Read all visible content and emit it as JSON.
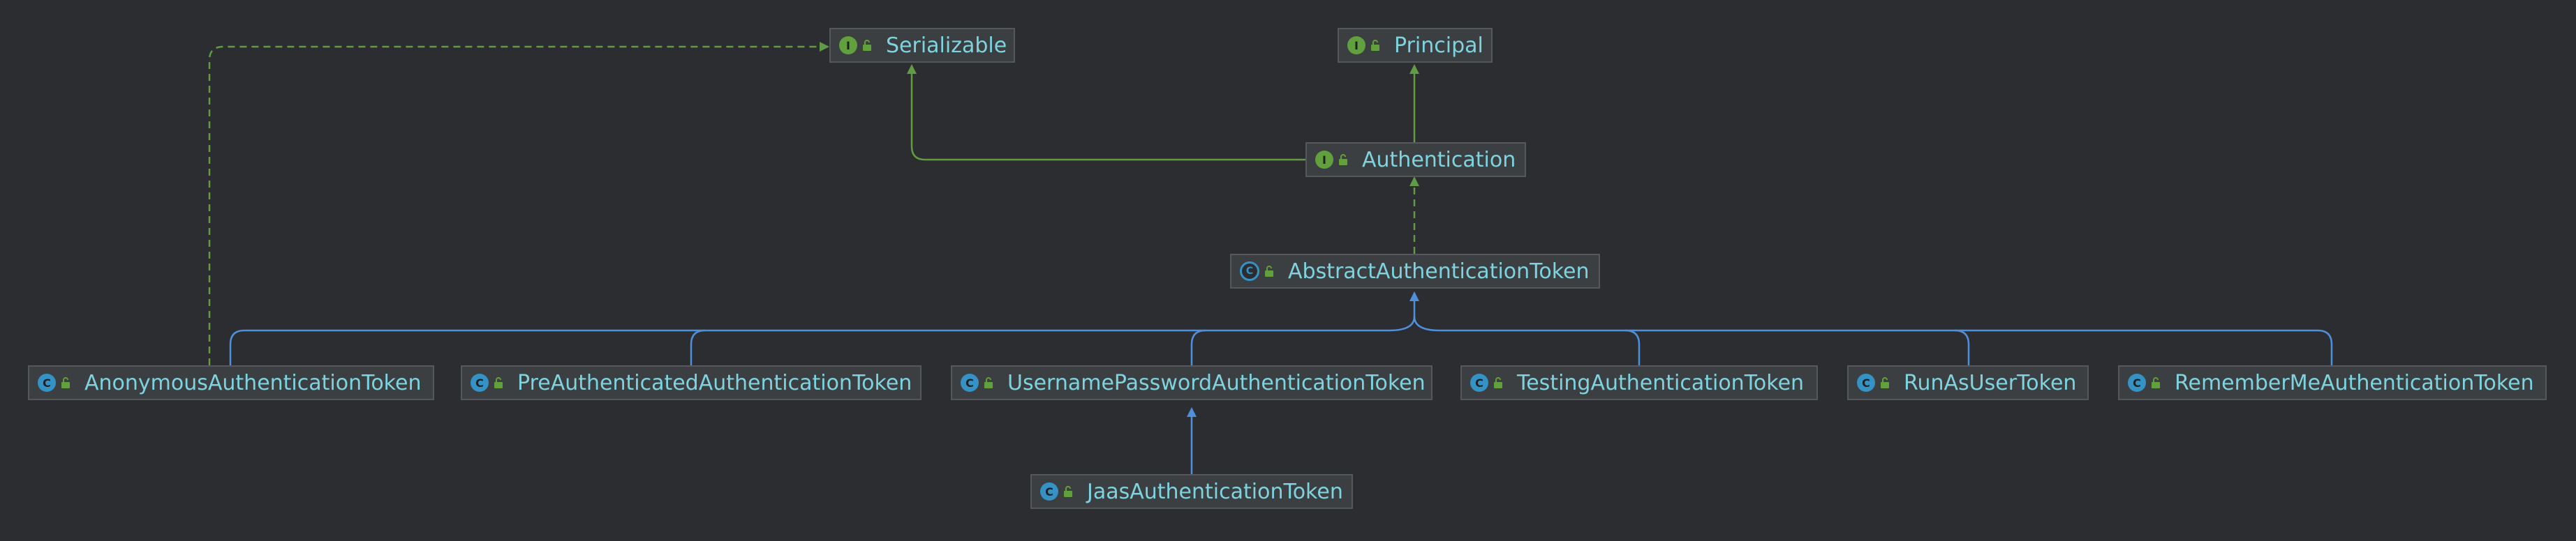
{
  "diagram": {
    "nodes": [
      {
        "id": "serializable",
        "name": "Serializable",
        "kind": "interface",
        "kind_glyph": "I"
      },
      {
        "id": "principal",
        "name": "Principal",
        "kind": "interface",
        "kind_glyph": "I"
      },
      {
        "id": "authentication",
        "name": "Authentication",
        "kind": "interface",
        "kind_glyph": "I"
      },
      {
        "id": "abstract-authentication-token",
        "name": "AbstractAuthenticationToken",
        "kind": "abstract-class",
        "kind_glyph": "C"
      },
      {
        "id": "anonymous-authentication-token",
        "name": "AnonymousAuthenticationToken",
        "kind": "class",
        "kind_glyph": "C"
      },
      {
        "id": "pre-authenticated-authentication-token",
        "name": "PreAuthenticatedAuthenticationToken",
        "kind": "class",
        "kind_glyph": "C"
      },
      {
        "id": "username-password-authentication-token",
        "name": "UsernamePasswordAuthenticationToken",
        "kind": "class",
        "kind_glyph": "C"
      },
      {
        "id": "testing-authentication-token",
        "name": "TestingAuthenticationToken",
        "kind": "class",
        "kind_glyph": "C"
      },
      {
        "id": "run-as-user-token",
        "name": "RunAsUserToken",
        "kind": "class",
        "kind_glyph": "C"
      },
      {
        "id": "remember-me-authentication-token",
        "name": "RememberMeAuthenticationToken",
        "kind": "class",
        "kind_glyph": "C"
      },
      {
        "id": "jaas-authentication-token",
        "name": "JaasAuthenticationToken",
        "kind": "class",
        "kind_glyph": "C"
      }
    ],
    "edges": [
      {
        "from": "anonymous-authentication-token",
        "to": "serializable",
        "type": "implements"
      },
      {
        "from": "authentication",
        "to": "serializable",
        "type": "extends-interface"
      },
      {
        "from": "authentication",
        "to": "principal",
        "type": "extends-interface"
      },
      {
        "from": "abstract-authentication-token",
        "to": "authentication",
        "type": "implements"
      },
      {
        "from": "anonymous-authentication-token",
        "to": "abstract-authentication-token",
        "type": "extends"
      },
      {
        "from": "pre-authenticated-authentication-token",
        "to": "abstract-authentication-token",
        "type": "extends"
      },
      {
        "from": "username-password-authentication-token",
        "to": "abstract-authentication-token",
        "type": "extends"
      },
      {
        "from": "testing-authentication-token",
        "to": "abstract-authentication-token",
        "type": "extends"
      },
      {
        "from": "run-as-user-token",
        "to": "abstract-authentication-token",
        "type": "extends"
      },
      {
        "from": "remember-me-authentication-token",
        "to": "abstract-authentication-token",
        "type": "extends"
      },
      {
        "from": "jaas-authentication-token",
        "to": "username-password-authentication-token",
        "type": "extends"
      }
    ],
    "colors": {
      "background": "#2b2d30",
      "node_fill": "#3c3f41",
      "node_border": "#55585b",
      "label": "#7fd3df",
      "interface_badge": "#62a03e",
      "class_badge": "#3592c4",
      "interface_edge": "#5f9c45",
      "class_edge": "#4f8fdc"
    }
  }
}
